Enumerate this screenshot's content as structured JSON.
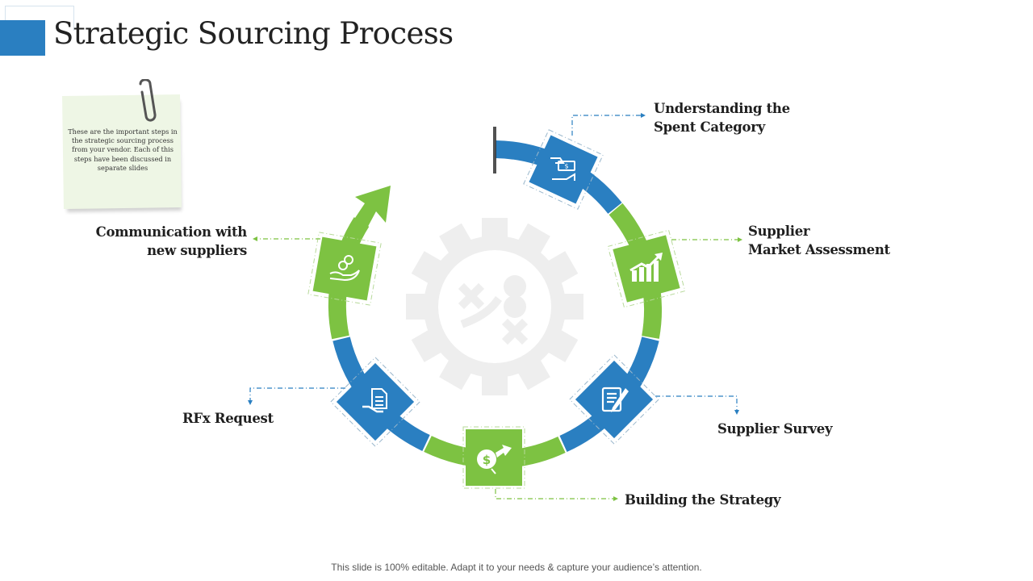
{
  "slide": {
    "title": "Strategic Sourcing Process",
    "footer": "This slide is 100% editable. Adapt it to your needs & capture your audience’s attention.",
    "note": {
      "text": "These are the important steps in the strategic sourcing process from your vendor. Each of this steps have been discussed in separate slides"
    }
  },
  "colors": {
    "blue": "#2a7fc1",
    "green": "#7dc242",
    "gear": "#eeeeee",
    "note_bg": "#eef6e5"
  },
  "steps": [
    {
      "label_line1": "Understanding the",
      "label_line2": "Spent Category",
      "color": "blue",
      "icon": "money-exchange-hands-icon"
    },
    {
      "label_line1": "Supplier",
      "label_line2": "Market Assessment",
      "color": "green",
      "icon": "growth-chart-icon"
    },
    {
      "label_line1": "Supplier Survey",
      "label_line2": "",
      "color": "blue",
      "icon": "notepad-pen-icon"
    },
    {
      "label_line1": "Building the Strategy",
      "label_line2": "",
      "color": "green",
      "icon": "dollar-search-arrow-icon"
    },
    {
      "label_line1": "RFx Request",
      "label_line2": "",
      "color": "blue",
      "icon": "document-hand-icon"
    },
    {
      "label_line1": "Communication with",
      "label_line2": "new suppliers",
      "color": "green",
      "icon": "coins-hand-icon"
    }
  ],
  "center_icon": "gear-strategy-icon"
}
